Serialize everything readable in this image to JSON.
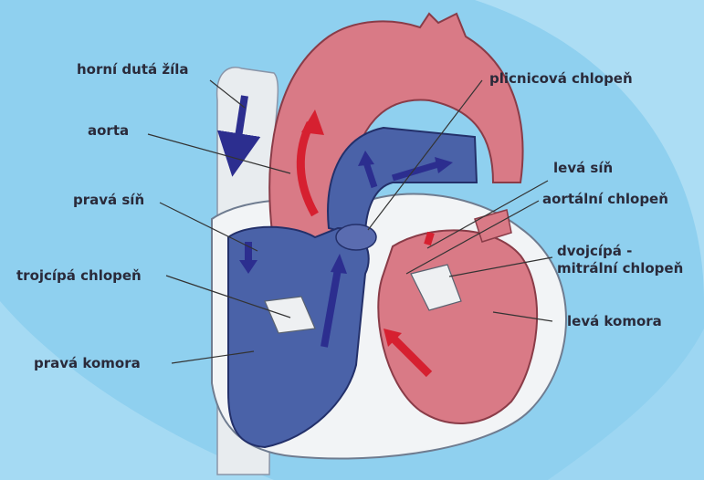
{
  "colors": {
    "background": "#8fd0ef",
    "background_swirl": "#b8e2f6",
    "oxygenated": "#d97a86",
    "deoxygenated": "#4a62a8",
    "arrow_red": "#d62030",
    "arrow_blue": "#2c2e8f",
    "leader_line": "#333333"
  },
  "labels": {
    "horni_duta_zila": "horní dutá žíla",
    "aorta": "aorta",
    "prava_sin": "pravá síň",
    "trojcipa_chlopen": "trojcípá chlopeň",
    "prava_komora": "pravá komora",
    "plicnicova_chlopen": "plicnicová chlopeň",
    "leva_sin": "levá síň",
    "aortalni_chlopen": "aortální chlopeň",
    "dvojcipa_line1": "dvojcípá -",
    "dvojcipa_line2": "mitrální chlopeň",
    "leva_komora": "levá komora"
  }
}
